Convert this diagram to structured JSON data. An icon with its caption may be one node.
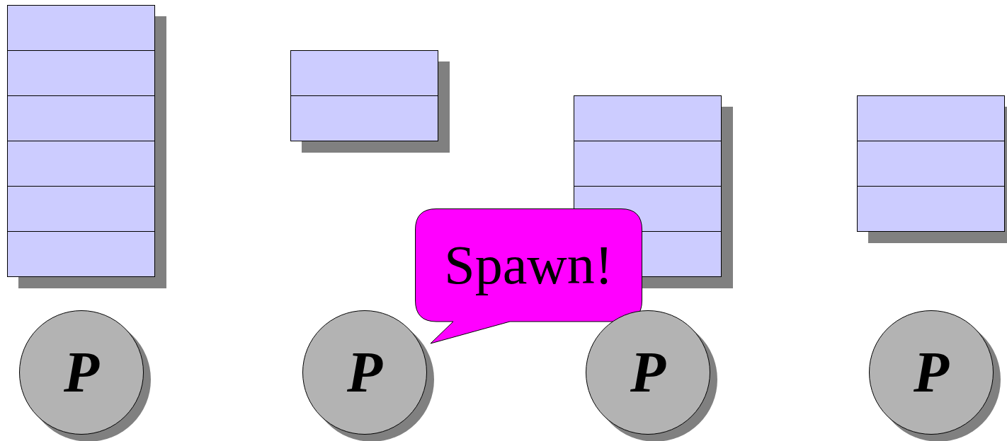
{
  "diagram": {
    "nodes": [
      {
        "text": [],
        "shape": "box"
      },
      {
        "text": [],
        "shape": "box",
        "in": 0
      },
      {
        "text": [],
        "shape": "box",
        "in": 0
      },
      {
        "text": [],
        "shape": "box",
        "in": 0
      },
      {
        "text": [],
        "shape": "box",
        "in": 0
      },
      {
        "text": [],
        "shape": "box",
        "in": 0
      },
      {
        "text": [],
        "shape": "box",
        "in": 0
      },
      {
        "text": [],
        "shape": "box"
      },
      {
        "text": [],
        "shape": "box",
        "in": 7
      },
      {
        "text": [],
        "shape": "box",
        "in": 7
      },
      {
        "text": [],
        "shape": "box"
      },
      {
        "text": [],
        "shape": "box",
        "in": 10
      },
      {
        "text": [],
        "shape": "box",
        "in": 10
      },
      {
        "text": [],
        "shape": "box",
        "in": 10
      },
      {
        "text": [],
        "shape": "box",
        "in": 10
      },
      {
        "text": [],
        "shape": "box"
      },
      {
        "text": [],
        "shape": "box",
        "in": 15
      },
      {
        "text": [],
        "shape": "box",
        "in": 15
      },
      {
        "text": [],
        "shape": "box",
        "in": 15
      },
      {
        "text": [
          "Spawn!"
        ]
      },
      {
        "text": [
          "P"
        ]
      },
      {
        "text": [
          "P"
        ]
      },
      {
        "text": [
          "P"
        ]
      },
      {
        "text": [
          "P"
        ]
      }
    ]
  }
}
